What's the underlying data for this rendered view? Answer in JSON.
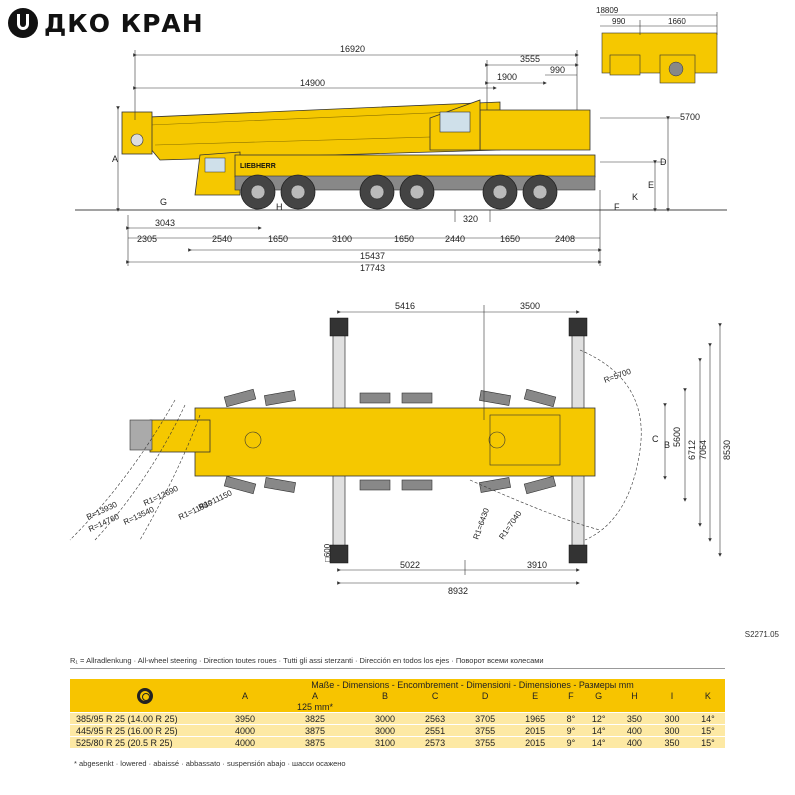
{
  "brand": {
    "name": "ДКО КРАН",
    "icon": "logo-badge-icon"
  },
  "drawing_code": "S2271.05",
  "side_dims": [
    "16920",
    "14900",
    "3555",
    "990",
    "1900",
    "5700",
    "3043",
    "2305",
    "2540",
    "1650",
    "3100",
    "1650",
    "2440",
    "1650",
    "2408",
    "320",
    "15437",
    "17743"
  ],
  "side_letters": [
    "A",
    "D",
    "E",
    "G",
    "H",
    "F",
    "K"
  ],
  "top_dims": [
    "5416",
    "3500",
    "5022",
    "3910",
    "8932",
    "5600",
    "6712",
    "7064",
    "8530"
  ],
  "top_letters": [
    "C",
    "B"
  ],
  "radii": [
    "R=5700",
    "R1=6430",
    "R1=7040",
    "R1=11150",
    "R1=11980",
    "R1=12690",
    "R=13540",
    "R=13930",
    "R=14760"
  ],
  "outrigger_pad": "□600",
  "inset_dims": [
    "18809",
    "990",
    "1660"
  ],
  "brand_on_crane": "LIEBHERR",
  "legend": "R₁ = Allradlenkung · All-wheel steering · Direction toutes roues · Tutti gli assi sterzanti · Dirección en todos los ejes · Поворот всеми колесами",
  "table": {
    "title": "Maße - Dimensions - Encombrement - Dimensioni - Dimensiones - Размеры mm",
    "columns": [
      "A",
      "A",
      "B",
      "C",
      "D",
      "E",
      "F",
      "G",
      "H",
      "I",
      "K"
    ],
    "sub_note": "125 mm*",
    "rows": [
      [
        "385/95 R 25 (14.00 R 25)",
        "3950",
        "3825",
        "3000",
        "2563",
        "3705",
        "1965",
        "8°",
        "12°",
        "350",
        "300",
        "14°"
      ],
      [
        "445/95 R 25 (16.00 R 25)",
        "4000",
        "3875",
        "3000",
        "2551",
        "3755",
        "2015",
        "9°",
        "14°",
        "400",
        "300",
        "15°"
      ],
      [
        "525/80 R 25 (20.5 R 25)",
        "4000",
        "3875",
        "3100",
        "2573",
        "3755",
        "2015",
        "9°",
        "14°",
        "400",
        "350",
        "15°"
      ]
    ]
  },
  "footnote": "* abgesenkt · lowered · abaissé · abbassato · suspensión abajo · шасси осажено",
  "colors": {
    "crane_yellow": "#f5c800",
    "table_header": "#f7c400",
    "table_row": "#fde9a4"
  }
}
